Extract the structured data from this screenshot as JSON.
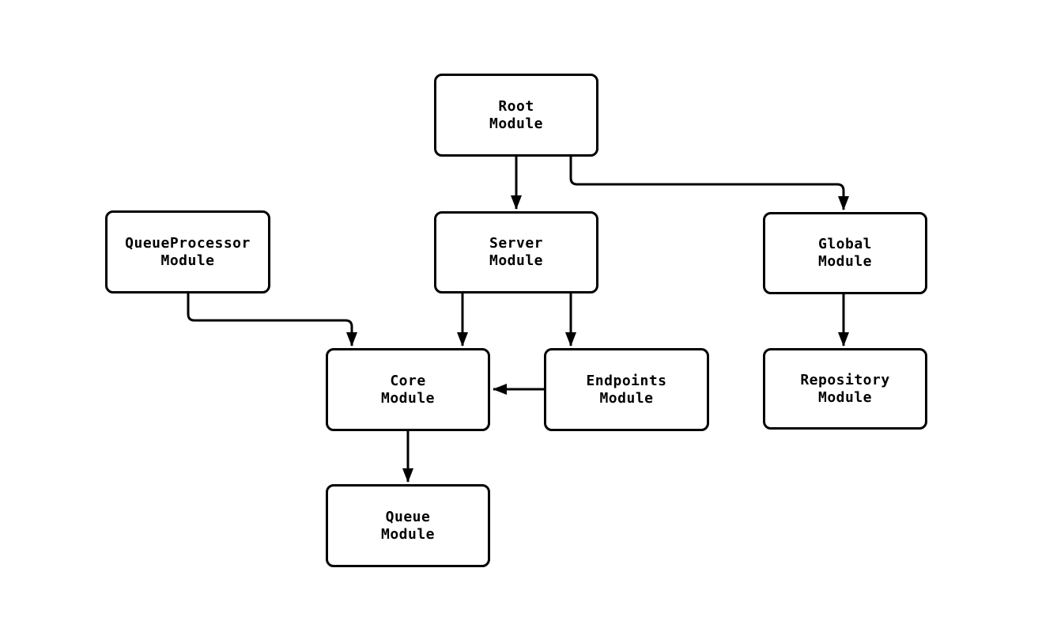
{
  "diagram": {
    "background_color": "#ffffff",
    "node_border_color": "#000000",
    "node_fill_color": "#ffffff",
    "edge_color": "#000000",
    "text_color": "#000000",
    "nodes": {
      "root": {
        "label": "Root\nModule"
      },
      "queue_processor": {
        "label": "QueueProcessor\nModule"
      },
      "server": {
        "label": "Server\nModule"
      },
      "global": {
        "label": "Global\nModule"
      },
      "core": {
        "label": "Core\nModule"
      },
      "endpoints": {
        "label": "Endpoints\nModule"
      },
      "repository": {
        "label": "Repository\nModule"
      },
      "queue": {
        "label": "Queue\nModule"
      }
    },
    "edges": [
      {
        "from": "Root Module",
        "to": "Server Module"
      },
      {
        "from": "Root Module",
        "to": "Global Module"
      },
      {
        "from": "QueueProcessor Module",
        "to": "Core Module"
      },
      {
        "from": "Server Module",
        "to": "Core Module"
      },
      {
        "from": "Server Module",
        "to": "Endpoints Module"
      },
      {
        "from": "Endpoints Module",
        "to": "Core Module"
      },
      {
        "from": "Global Module",
        "to": "Repository Module"
      },
      {
        "from": "Core Module",
        "to": "Queue Module"
      }
    ]
  }
}
